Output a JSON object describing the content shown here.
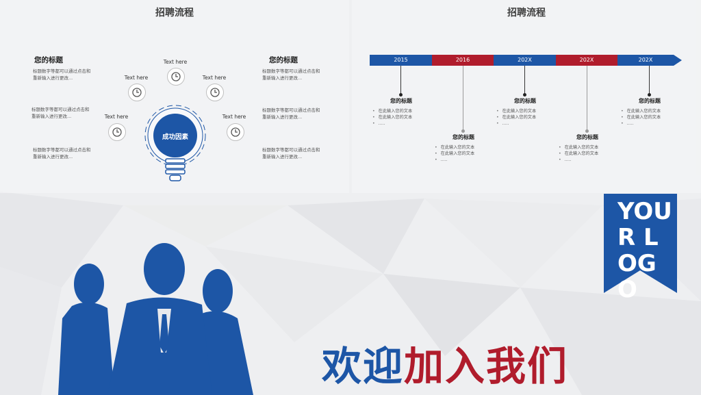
{
  "left_slide": {
    "title": "招聘流程",
    "left_heading": "您的标题",
    "right_heading": "您的标题",
    "left_texts": [
      "标题数字等都可以通过点击和\n重新输入进行更改...",
      "标题数字等都可以通过点击和\n重新输入进行更改...",
      "标题数字等都可以通过点击和\n重新输入进行更改..."
    ],
    "right_texts": [
      "标题数字等都可以通过点击和\n重新输入进行更改...",
      "标题数字等都可以通过点击和\n重新输入进行更改...",
      "标题数字等都可以通过点击和\n重新输入进行更改..."
    ],
    "icon_labels": [
      "Text here",
      "Text here",
      "Text here",
      "Text here",
      "Text here"
    ],
    "center_label": "成功因素"
  },
  "right_slide": {
    "title": "招聘流程",
    "timeline": [
      {
        "label": "2015",
        "color": "#1d56a6"
      },
      {
        "label": "2016",
        "color": "#b01c2c"
      },
      {
        "label": "202X",
        "color": "#1d56a6"
      },
      {
        "label": "202X",
        "color": "#b01c2c"
      },
      {
        "label": "202X",
        "color": "#1d56a6"
      }
    ],
    "milestones": [
      {
        "title": "您的标题",
        "items": [
          "在此输入您的文本",
          "在此输入您的文本",
          "....."
        ]
      },
      {
        "title": "您的标题",
        "items": [
          "在此输入您的文本",
          "在此输入您的文本",
          "....."
        ]
      },
      {
        "title": "您的标题",
        "items": [
          "在此输入您的文本",
          "在此输入您的文本",
          "....."
        ]
      },
      {
        "title": "您的标题",
        "items": [
          "在此输入您的文本",
          "在此输入您的文本",
          "....."
        ]
      },
      {
        "title": "您的标题",
        "items": [
          "在此输入您的文本",
          "在此输入您的文本",
          "....."
        ]
      }
    ]
  },
  "cover": {
    "logo_text": "YOUR LOGO",
    "welcome_part1": "欢迎",
    "welcome_part2": "加入我们"
  },
  "colors": {
    "brand_blue": "#1d56a6",
    "brand_red": "#b01c2c"
  }
}
